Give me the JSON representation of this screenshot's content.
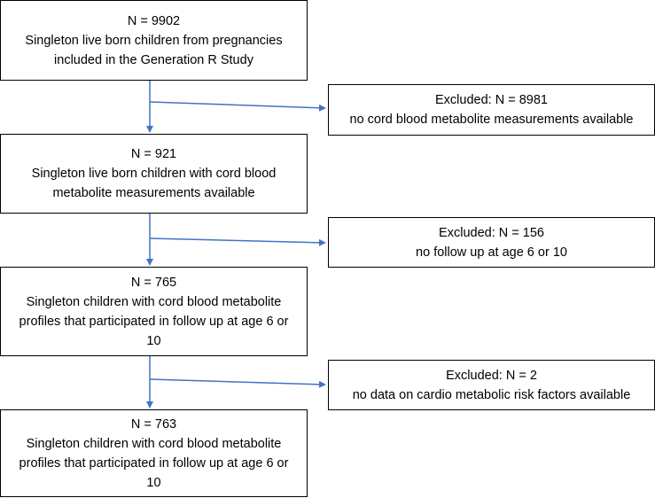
{
  "main_boxes": [
    {
      "count": "N = 9902",
      "lines": [
        "Singleton live born children from pregnancies",
        "included in the Generation R Study"
      ]
    },
    {
      "count": "N = 921",
      "lines": [
        "Singleton live born children with cord blood",
        "metabolite measurements available"
      ]
    },
    {
      "count": "N = 765",
      "lines": [
        "Singleton children with cord blood metabolite",
        "profiles that participated in follow up at age 6 or",
        "10"
      ]
    },
    {
      "count": "N = 763",
      "lines": [
        "Singleton children with cord blood metabolite",
        "profiles that participated in follow up at age 6 or",
        "10"
      ]
    }
  ],
  "excluded_boxes": [
    {
      "count": "Excluded: N = 8981",
      "reason": "no cord blood metabolite measurements available"
    },
    {
      "count": "Excluded: N = 156",
      "reason": "no follow up at age 6 or 10"
    },
    {
      "count": "Excluded: N = 2",
      "reason": "no data on cardio metabolic risk factors available"
    }
  ],
  "colors": {
    "arrow": "#4472C4",
    "border": "#000000"
  }
}
